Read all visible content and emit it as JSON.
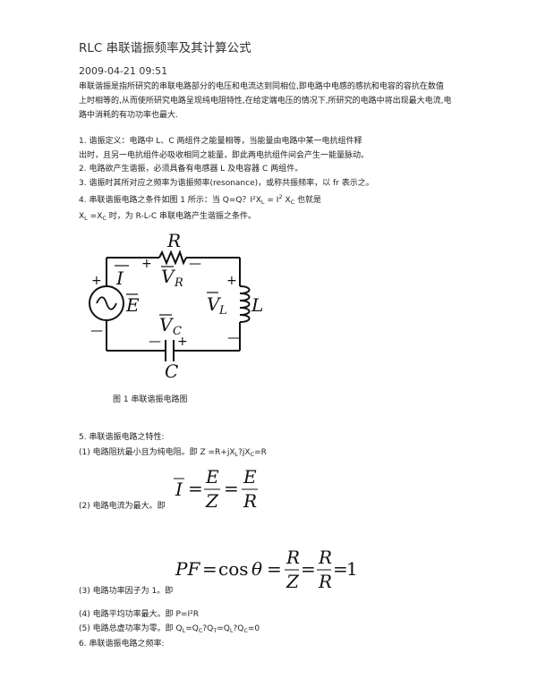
{
  "article": {
    "title": "RLC 串联谐振频率及其计算公式",
    "date": "2009-04-21 09:51",
    "intro": [
      "串联谐振是指所研究的串联电路部分的电压和电流达到同相位,即电路中电感的感抗和电容的容抗在数值",
      "上时相等的,从而使所研究电路呈现纯电阻特性,在给定端电压的情况下,所研究的电路中将出现最大电流,电",
      "路中消耗的有功功率也最大."
    ],
    "items": [
      "1. 谐振定义：电路中 L、C 两组件之能量相等，当能量由电路中某一电抗组件释",
      "出时，且另一电抗组件必吸收相同之能量，即此两电抗组件间会产生一能量脉动。",
      "2. 电路欲产生谐振，必须具备有电感器 L 及电容器 C 两组件。",
      "3. 谐振时其所对应之频率为谐振频率(resonance)，或称共振频率，以 fr 表示之。",
      "4. 串联谐振电路之条件如图 1 所示：当 Q=Q？I²X",
      "X",
      " =X",
      " 时，为 R-L-C 串联电路产生谐振之条件。"
    ],
    "item4_tail": {
      "xl_sub": "L",
      "eq": " = I",
      "sup": "2",
      "xc": " X",
      "xc_sub": "C",
      "tail": "  也就是"
    },
    "line5_subs": {
      "xl": "L",
      "xc": "C"
    },
    "circuit_labels": {
      "R": "R",
      "VR": "V",
      "VR_sub": "R",
      "I": "I",
      "E": "E",
      "VL": "V",
      "VL_sub": "L",
      "L": "L",
      "VC": "V",
      "VC_sub": "C",
      "C": "C",
      "plus": "+",
      "minus": "—"
    },
    "caption": "图 1  串联谐振电路图",
    "sec5_title": "5. 串联谐振电路之特性:",
    "prop1": "(1) 电路阻抗最小且为纯电阻。即  Z =R+jX",
    "prop1_sub1": "L",
    "prop1_mid": "?jX",
    "prop1_sub2": "C",
    "prop1_end": "=R",
    "prop2": "(2) 电路电流为最大。即",
    "eq2": {
      "I": "I",
      "E": "E",
      "Z": "Z",
      "R": "R",
      "eq": "="
    },
    "prop3": "(3) 电路功率因子为 1。即",
    "eq3": {
      "PF": "PF",
      "cos": "cos",
      "theta": "θ",
      "R": "R",
      "Z": "Z",
      "one": "1",
      "eq": "="
    },
    "prop4": "(4) 电路平均功率最大。即 P=I²R",
    "prop5_a": "(5) 电路总虚功率为零。即 Q",
    "prop5_sub1": "L",
    "prop5_b": "=Q",
    "prop5_sub2": "C",
    "prop5_c": "?Q",
    "prop5_sub3": "T",
    "prop5_d": "=Q",
    "prop5_sub4": "L",
    "prop5_e": "?Q",
    "prop5_sub5": "C",
    "prop5_f": "=0",
    "sec6_title": "6. 串联谐振电路之频率:"
  }
}
